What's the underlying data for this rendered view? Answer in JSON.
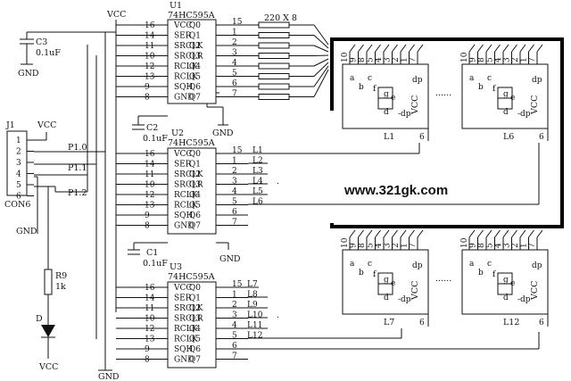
{
  "power": {
    "vcc": "VCC",
    "gnd": "GND"
  },
  "c3": {
    "ref": "C3",
    "value": "0.1uF"
  },
  "c2": {
    "ref": "C2",
    "value": "0.1uF"
  },
  "c1": {
    "ref": "C1",
    "value": "0.1uF"
  },
  "resistor_array": {
    "label": "220 X 8"
  },
  "chips": [
    {
      "ref": "U1",
      "part": "74HC595A"
    },
    {
      "ref": "U2",
      "part": "74HC595A"
    },
    {
      "ref": "U3",
      "part": "74HC595A"
    }
  ],
  "left_pins": [
    {
      "num": "16",
      "name": "VCC"
    },
    {
      "num": "14",
      "name": "SER"
    },
    {
      "num": "11",
      "name": "SRCLK"
    },
    {
      "num": "10",
      "name": "SRCLR"
    },
    {
      "num": "12",
      "name": "RCLK"
    },
    {
      "num": "13",
      "name": "RCLK"
    },
    {
      "num": "9",
      "name": "SQH"
    },
    {
      "num": "8",
      "name": "GND"
    }
  ],
  "right_pins": [
    {
      "num": "15",
      "name": "Q0"
    },
    {
      "num": "1",
      "name": "Q1"
    },
    {
      "num": "2",
      "name": "Q2"
    },
    {
      "num": "3",
      "name": "Q3"
    },
    {
      "num": "4",
      "name": "Q4"
    },
    {
      "num": "5",
      "name": "Q5"
    },
    {
      "num": "6",
      "name": "Q6"
    },
    {
      "num": "7",
      "name": "Q7"
    }
  ],
  "u2_lines": [
    "L1",
    "L2",
    "L3",
    "L4",
    "L5",
    "L6"
  ],
  "u3_lines": [
    "L7",
    "L8",
    "L9",
    "L10",
    "L11",
    "L12"
  ],
  "connector": {
    "ref": "J1",
    "name": "CON6",
    "pins": [
      "1",
      "2",
      "3",
      "4",
      "5",
      "6"
    ]
  },
  "ports": [
    "P1.0",
    "P1.1",
    "P1.2"
  ],
  "r9": {
    "ref": "R9",
    "value": "1k"
  },
  "led": {
    "ref": "D"
  },
  "website": "www.321gk.com",
  "segment": {
    "top_pins": [
      "10",
      "9",
      "8",
      "5",
      "4",
      "3",
      "2",
      "1",
      "7"
    ],
    "pin6": "6",
    "seg_a": "a",
    "seg_b": "b",
    "seg_c": "c",
    "seg_d": "d",
    "seg_e": "e",
    "seg_f": "f",
    "seg_g": "g",
    "seg_dp": "dp",
    "seg_dp2": "-dp",
    "vcc": "VCC"
  },
  "displays": [
    "L1",
    "L6",
    "L7",
    "L12"
  ],
  "dots": "......"
}
